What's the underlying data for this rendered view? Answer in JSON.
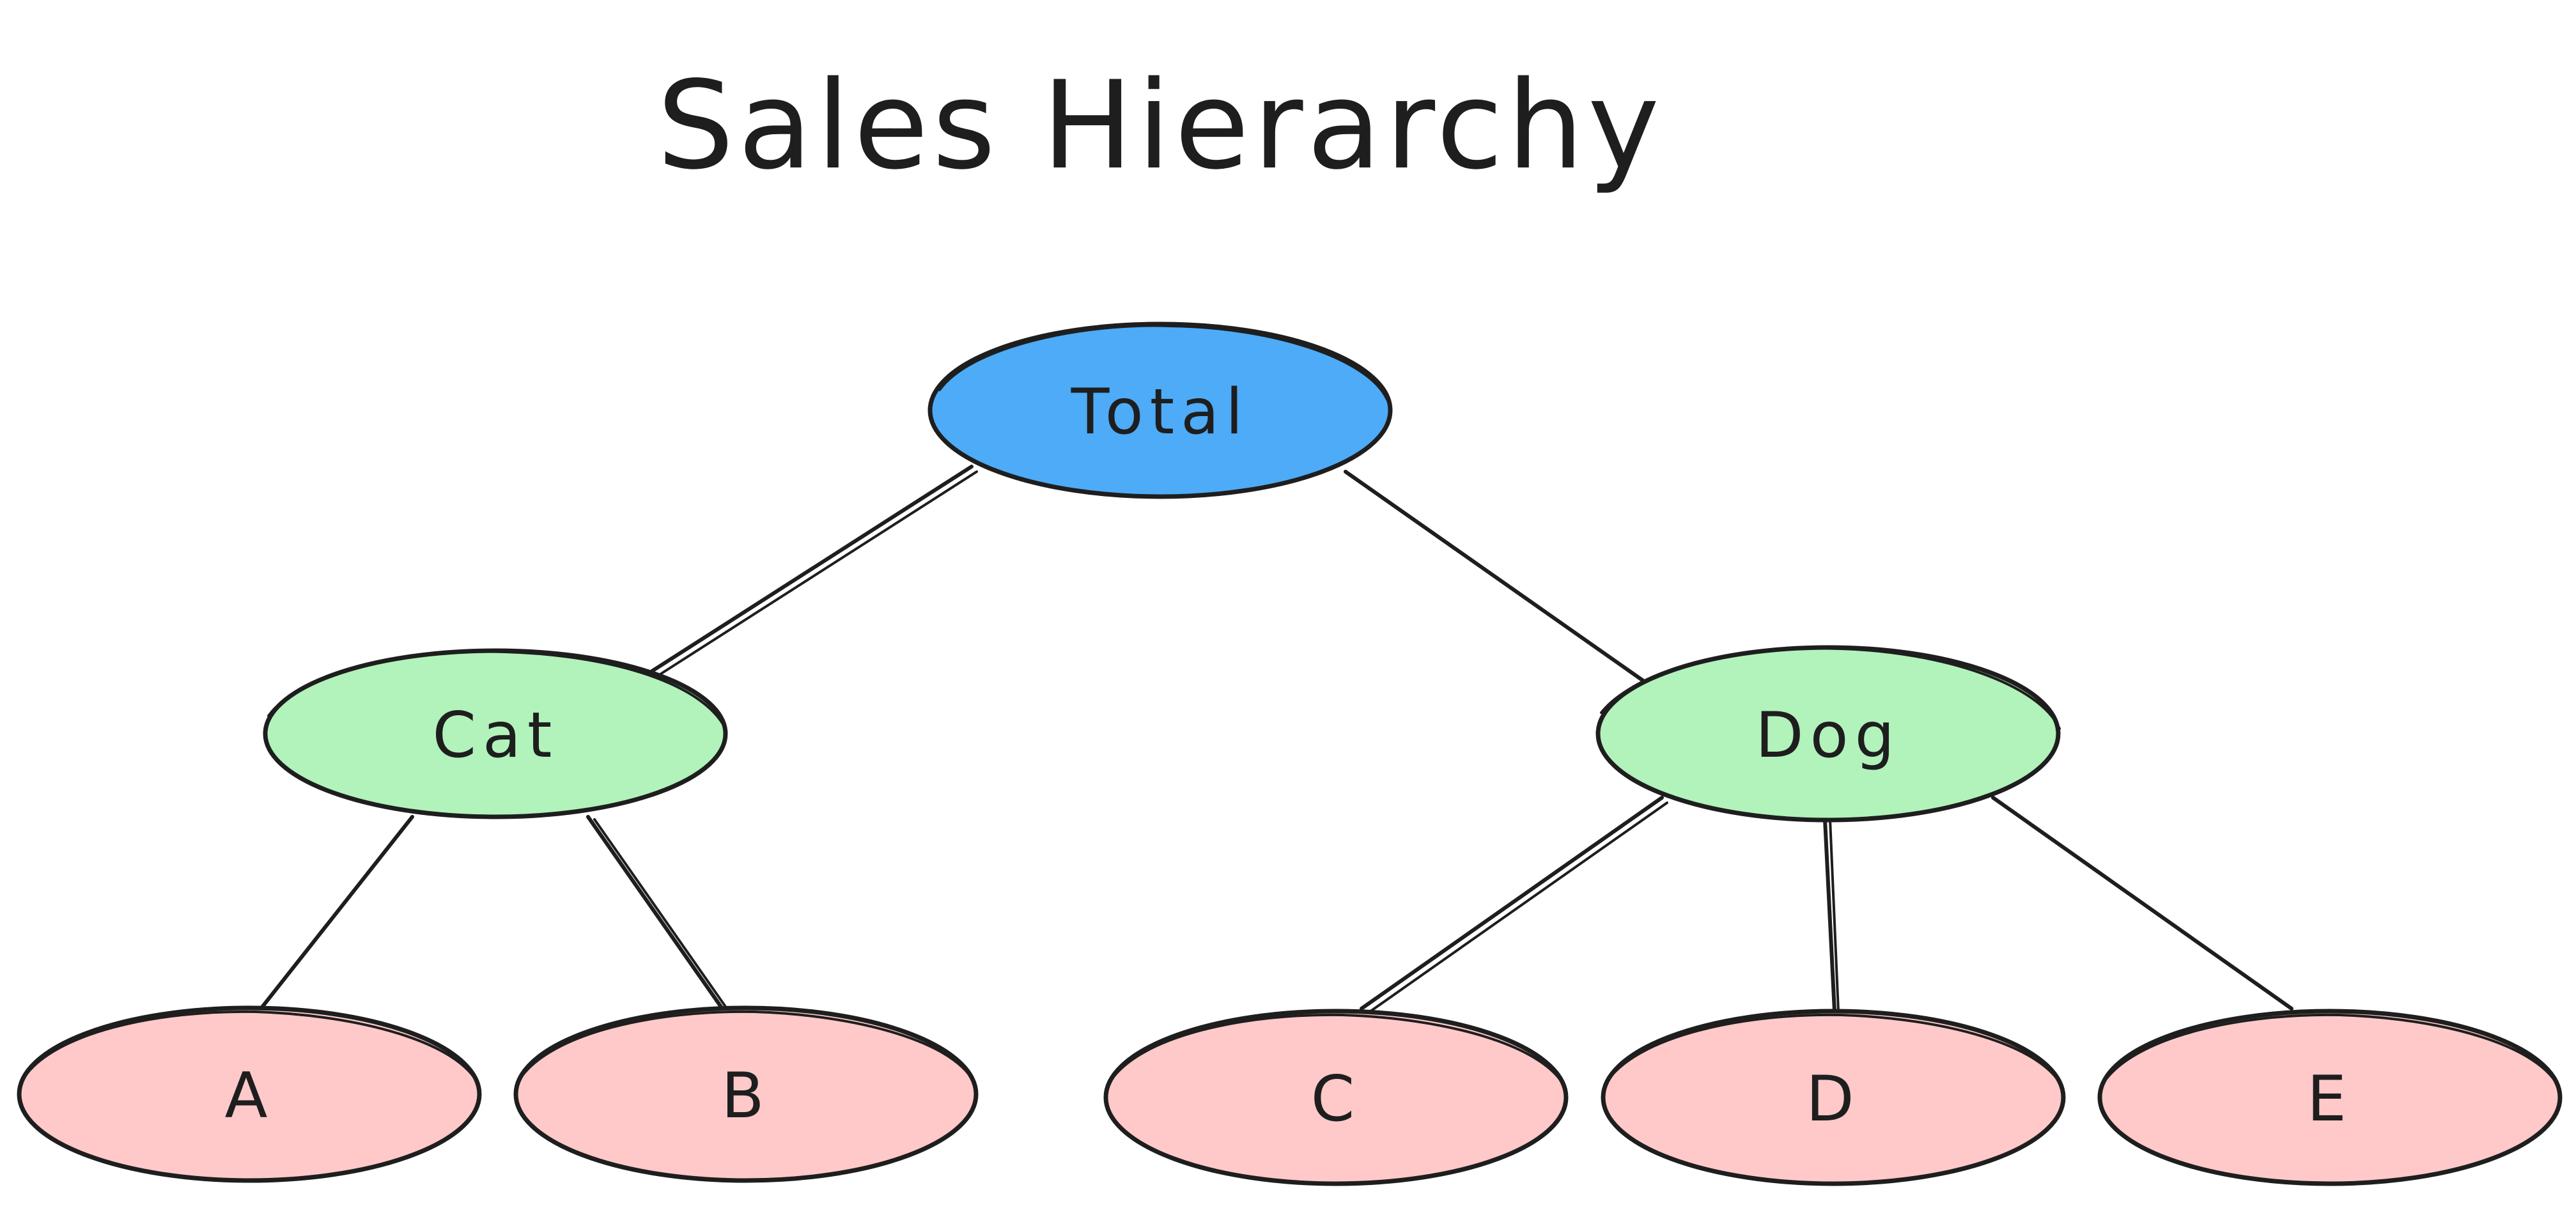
{
  "diagram": {
    "title": "Sales Hierarchy",
    "nodes": {
      "total": {
        "label": "Total",
        "fill": "#4dabf7",
        "level": "root"
      },
      "cat": {
        "label": "Cat",
        "fill": "#b2f2bb",
        "level": "category"
      },
      "dog": {
        "label": "Dog",
        "fill": "#b2f2bb",
        "level": "category"
      },
      "a": {
        "label": "A",
        "fill": "#ffc9c9",
        "level": "leaf"
      },
      "b": {
        "label": "B",
        "fill": "#ffc9c9",
        "level": "leaf"
      },
      "c": {
        "label": "C",
        "fill": "#ffc9c9",
        "level": "leaf"
      },
      "d": {
        "label": "D",
        "fill": "#ffc9c9",
        "level": "leaf"
      },
      "e": {
        "label": "E",
        "fill": "#ffc9c9",
        "level": "leaf"
      }
    },
    "edges": [
      {
        "from": "total",
        "to": "cat"
      },
      {
        "from": "total",
        "to": "dog"
      },
      {
        "from": "cat",
        "to": "a"
      },
      {
        "from": "cat",
        "to": "b"
      },
      {
        "from": "dog",
        "to": "c"
      },
      {
        "from": "dog",
        "to": "d"
      },
      {
        "from": "dog",
        "to": "e"
      }
    ],
    "stroke_color": "#1e1e1e",
    "background": "#ffffff"
  }
}
